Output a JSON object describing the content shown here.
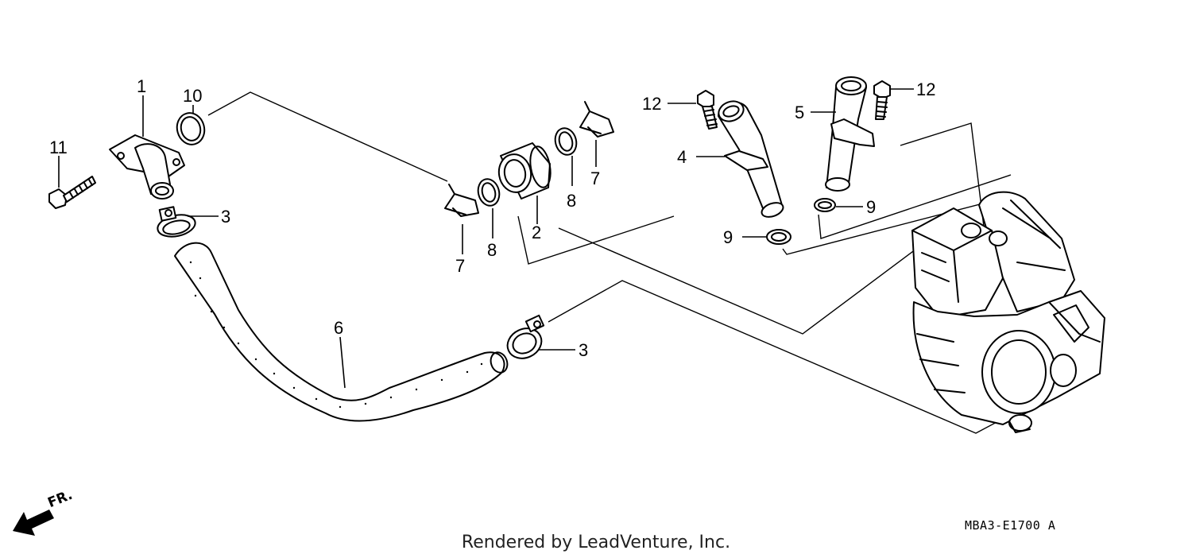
{
  "callouts": {
    "c1": "1",
    "c10": "10",
    "c11": "11",
    "c3a": "3",
    "c3b": "3",
    "c6": "6",
    "c7a": "7",
    "c7b": "7",
    "c8a": "8",
    "c8b": "8",
    "c2": "2",
    "c12a": "12",
    "c12b": "12",
    "c4": "4",
    "c5": "5",
    "c9a": "9",
    "c9b": "9"
  },
  "direction_label": "FR.",
  "drawing_code": "MBA3-E1700 A",
  "credit": "Rendered by LeadVenture, Inc."
}
